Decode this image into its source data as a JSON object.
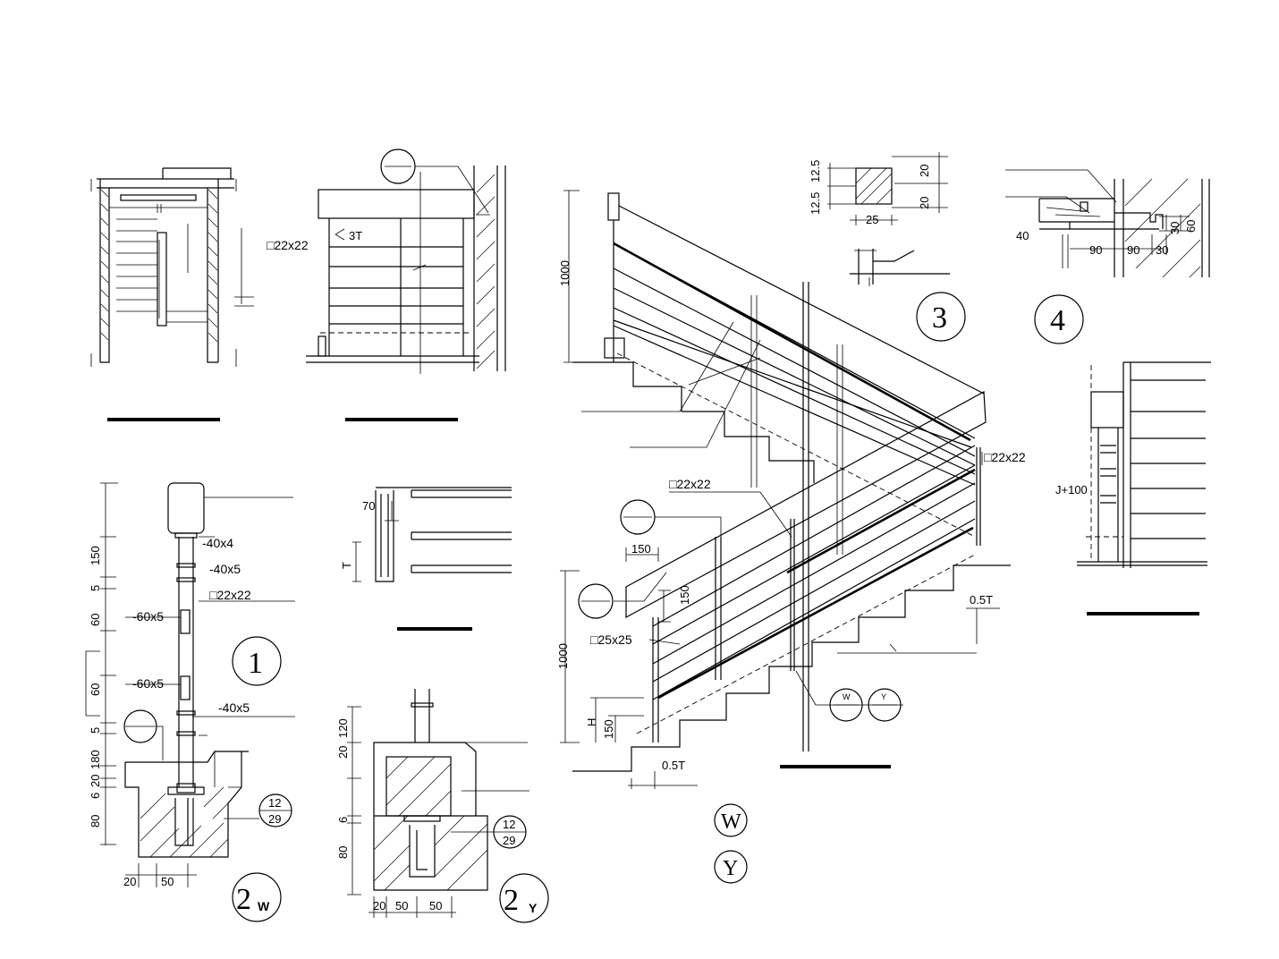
{
  "detail_markers": {
    "d1": "1",
    "d2w_num": "2",
    "d2w_sub": "W",
    "d2y_num": "2",
    "d2y_sub": "Y",
    "d3": "3",
    "d4": "4",
    "legend_w": "W",
    "legend_y": "Y",
    "ref_w": "W",
    "ref_y": "Y",
    "rebar_12": "12",
    "rebar_29": "29"
  },
  "labels": {
    "sq22": "□22x22",
    "sq25": "□25x25",
    "half_t": "0.5T",
    "three_t": "3T",
    "j100": "J+100",
    "plate_40x4": "-40x4",
    "plate_40x5": "-40x5",
    "plate_60x5": "-60x5",
    "t": "T",
    "h": "H"
  },
  "dims": {
    "d1000": "1000",
    "d150": "150",
    "d120": "120",
    "d90": "90",
    "d80": "80",
    "d70": "70",
    "d60": "60",
    "d50": "50",
    "d40": "40",
    "d30": "30",
    "d25": "25",
    "d20": "20",
    "d12_5": "12.5",
    "d6": "6",
    "d5": "5",
    "d180": "180"
  }
}
